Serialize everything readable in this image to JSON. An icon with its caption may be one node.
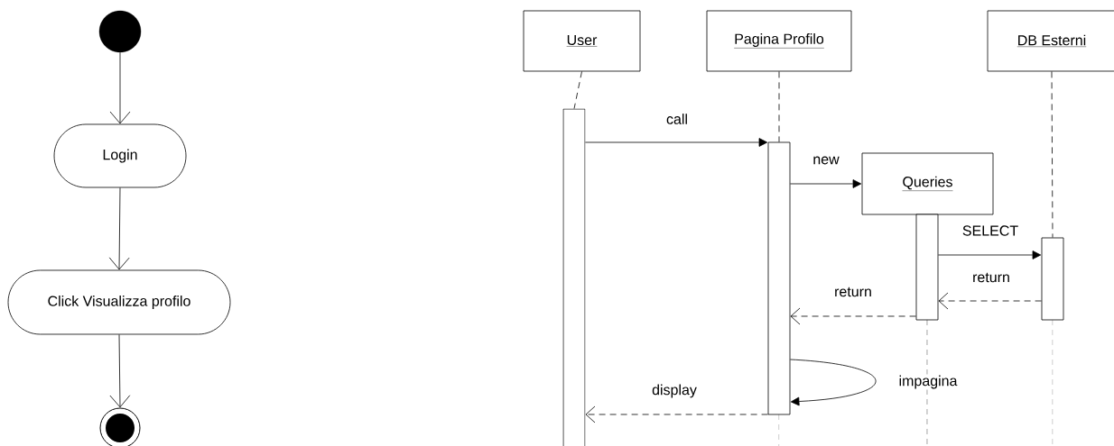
{
  "diagram": {
    "nodes": [
      {
        "text": [],
        "shape": "circle"
      },
      {
        "text": [
          "Login"
        ]
      },
      {
        "text": [
          "Click Visualizza profilo"
        ]
      },
      {
        "text": [],
        "shape": "circle"
      },
      {
        "text": [
          "User"
        ]
      },
      {
        "text": [
          "Pagina Profilo"
        ]
      },
      {
        "text": [
          "Queries"
        ]
      },
      {
        "text": [
          "DB Esterni"
        ]
      },
      {
        "text": [],
        "shape": "bar"
      },
      {
        "text": [],
        "shape": "bar"
      },
      {
        "text": [],
        "shape": "bar"
      },
      {
        "text": [],
        "shape": "bar"
      }
    ],
    "edges": [
      {
        "from": 0,
        "to": 1,
        "arrow": "to"
      },
      {
        "from": 1,
        "to": 2,
        "arrow": "to"
      },
      {
        "from": 2,
        "to": 3,
        "arrow": "to"
      },
      {
        "from": 4,
        "to": 8,
        "arrow": "none",
        "style": "dashed"
      },
      {
        "from": 5,
        "to": 9,
        "arrow": "none",
        "style": "dashed"
      },
      {
        "from": 7,
        "to": 11,
        "arrow": "none",
        "style": "dashed"
      },
      {
        "from": 8,
        "to": 9,
        "arrow": "to",
        "label": "call"
      },
      {
        "from": 9,
        "to": 6,
        "arrow": "to",
        "label": "new"
      },
      {
        "from": 10,
        "to": 11,
        "arrow": "to",
        "label": "SELECT"
      },
      {
        "from": 11,
        "to": 10,
        "arrow": "to",
        "label": "return",
        "style": "dashed"
      },
      {
        "from": 10,
        "to": 9,
        "arrow": "to",
        "label": "return",
        "style": "dashed"
      },
      {
        "from": 9,
        "to": 9,
        "arrow": "to",
        "label": "impagina"
      },
      {
        "from": 9,
        "to": 8,
        "arrow": "to",
        "label": "display",
        "style": "dashed"
      }
    ]
  }
}
